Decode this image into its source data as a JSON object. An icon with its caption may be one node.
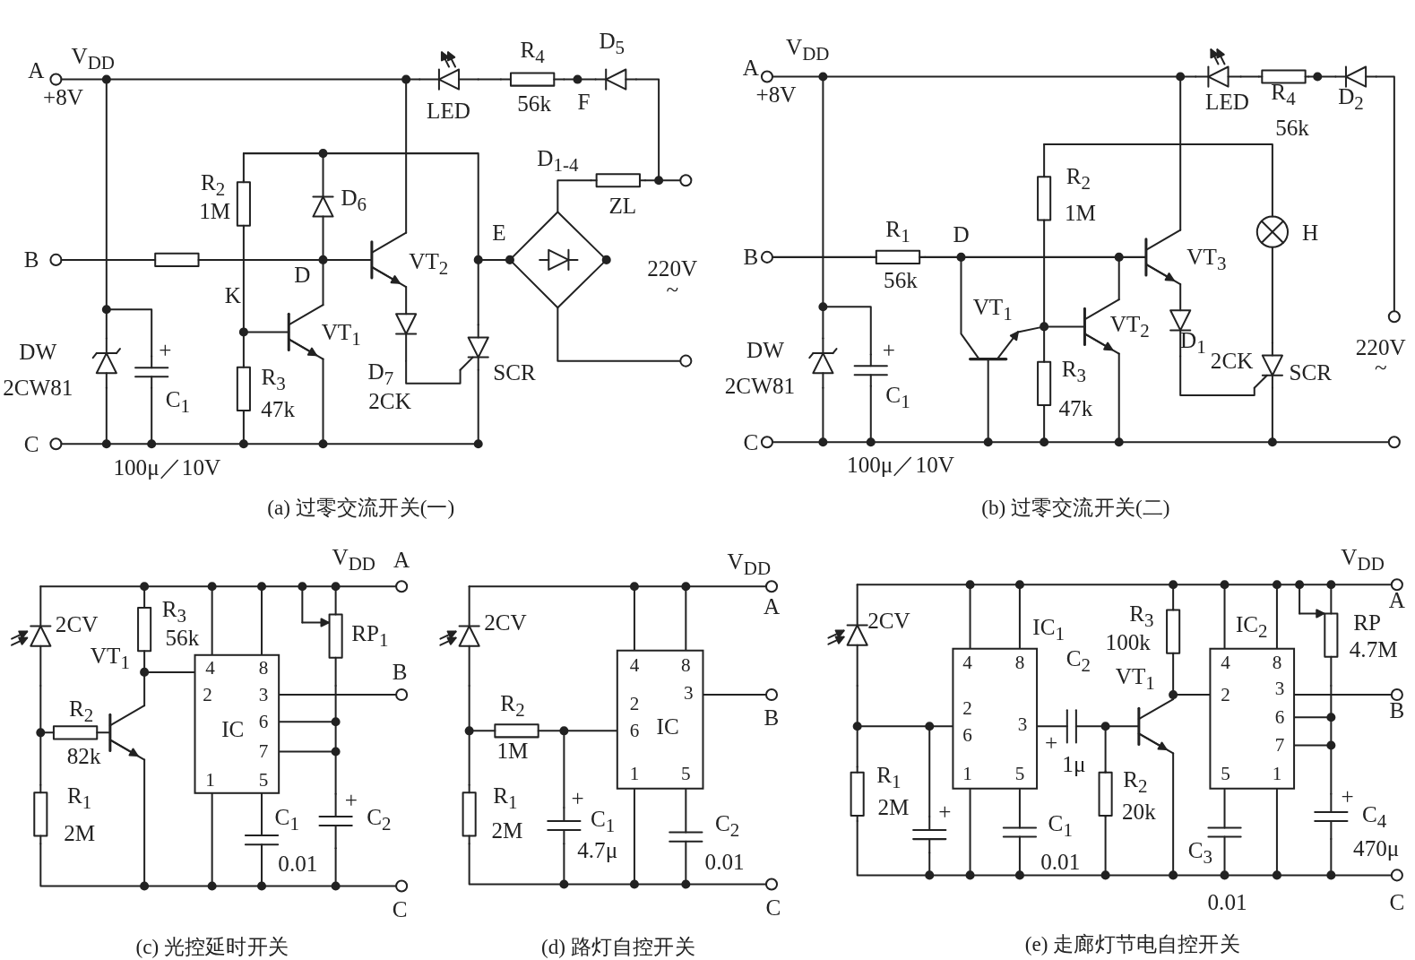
{
  "diagram": {
    "nodes": [
      {
        "text": [
          "4",
          "8",
          "2",
          "3",
          "IC",
          "6",
          "7",
          "1",
          "5"
        ]
      },
      {
        "text": [
          "4",
          "8",
          "3",
          "2",
          "6",
          "IC",
          "1",
          "5"
        ]
      },
      {
        "text": [
          "IC$_{1}$",
          "4",
          "8",
          "2",
          "6",
          "3",
          "1",
          "5"
        ]
      },
      {
        "text": [
          "IC$_{2}$",
          "4",
          "8",
          "2",
          "3",
          "6",
          "7",
          "5",
          "1"
        ]
      }
    ],
    "edges": [
      {
        "from": 2,
        "to": 3,
        "arrow": "none"
      },
      {
        "from": 2,
        "to": 3,
        "arrow": "none"
      }
    ],
    "labels": [
      "A",
      "V$_{DD}$",
      "+8V",
      "LED",
      "R$_{4}$",
      "56k",
      "F",
      "D$_{5}$",
      "D$_{1-4}$",
      "ZL",
      "R$_{2}$",
      "1M",
      "D$_{6}$",
      "B",
      "D",
      "VT$_{2}$",
      "E",
      "220V",
      "~",
      "K",
      "VT$_{1}$",
      "DW",
      "2CW81",
      "+",
      "C$_{1}$",
      "R$_{3}$",
      "47k",
      "D$_{7}$",
      "2CK",
      "SCR",
      "C",
      "100μ／10V",
      "(a) 过零交流开关(一)",
      "A",
      "V$_{DD}$",
      "+8V",
      "LED",
      "R$_{4}$",
      "D$_{2}$",
      "56k",
      "R$_{2}$",
      "1M",
      "B",
      "R$_{1}$",
      "D",
      "56k",
      "VT$_{3}$",
      "H",
      "VT$_{1}$",
      "VT$_{2}$",
      "D$_{1}$",
      "2CK",
      "SCR",
      "220V",
      "~",
      "DW",
      "2CW81",
      "+",
      "C$_{1}$",
      "R$_{3}$",
      "47k",
      "C",
      "100μ／10V",
      "(b) 过零交流开关(二)",
      "V$_{DD}$",
      "A",
      "2CV",
      "R$_{3}$",
      "56k",
      "RP$_{1}$",
      "VT$_{1}$",
      "B",
      "R$_{2}$",
      "82k",
      "R$_{1}$",
      "+",
      "C$_{1}$",
      "C$_{2}$",
      "2M",
      "0.01",
      "C",
      "(c) 光控延时开关",
      "V$_{DD}$",
      "A",
      "2CV",
      "R$_{2}$",
      "B",
      "1M",
      "R$_{1}$",
      "+",
      "2M",
      "C$_{1}$",
      "C$_{2}$",
      "4.7μ",
      "0.01",
      "C",
      "(d) 路灯自控开关",
      "V$_{DD}$",
      "A",
      "2CV",
      "R$_{3}$",
      "RP",
      "100k",
      "4.7M",
      "C$_{2}$",
      "VT$_{1}$",
      "B",
      "+",
      "1μ",
      "R$_{1}$",
      "R$_{2}$",
      "+",
      "2M",
      "+",
      "20k",
      "C$_{4}$",
      "C$_{1}$",
      "0.01",
      "C$_{3}$",
      "470μ",
      "0.01",
      "C",
      "(e) 走廊灯节电自控开关"
    ]
  }
}
